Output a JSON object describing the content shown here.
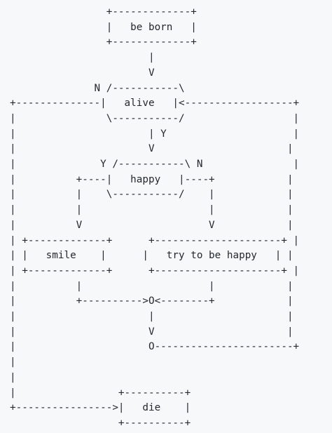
{
  "diagram": {
    "lines": [
      "                +-------------+",
      "                |   be born   |",
      "                +-------------+",
      "                       |",
      "                       V",
      "              N /-----------\\",
      "+--------------|   alive   |<------------------+",
      "|               \\-----------/                  |",
      "|                      | Y                     |",
      "|                      V                      |",
      "|              Y /-----------\\ N               |",
      "|          +----|   happy   |----+            |",
      "|          |    \\-----------/    |            |",
      "|          |                     |            |",
      "|          V                     V            |",
      "| +-------------+      +---------------------+ |",
      "| |   smile    |      |   try to be happy   | |",
      "| +-------------+      +---------------------+ |",
      "|          |                     |            |",
      "|          +---------->O<--------+            |",
      "|                      |                      |",
      "|                      V                      |",
      "|                      O-----------------------+",
      "|",
      "|",
      "|                 +----------+",
      "+---------------->|   die    |",
      "                  +----------+"
    ]
  }
}
